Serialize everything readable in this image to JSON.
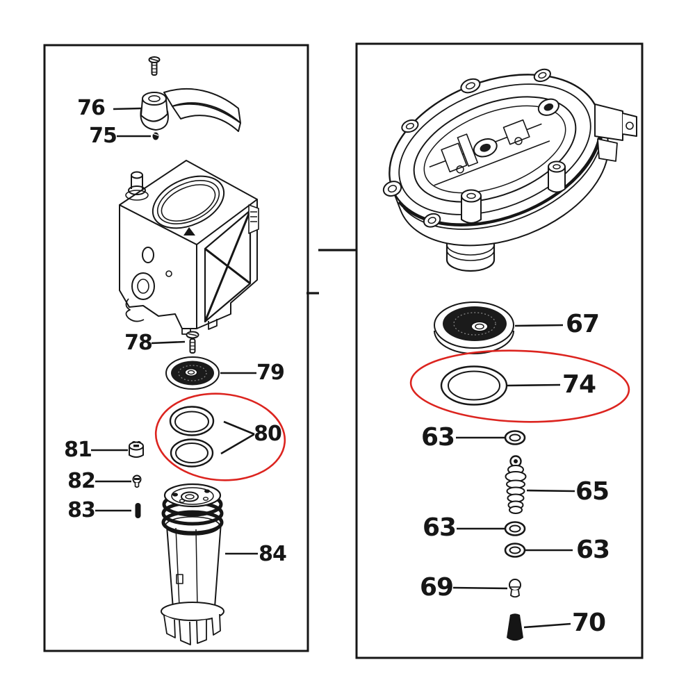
{
  "diagram": {
    "kind": "exploded-parts-diagram",
    "panels": {
      "left": {
        "part_numbers": [
          "76",
          "75",
          "78",
          "79",
          "80",
          "81",
          "82",
          "83",
          "84"
        ]
      },
      "right": {
        "part_numbers": [
          "67",
          "74",
          "63",
          "65",
          "63",
          "63",
          "69",
          "70"
        ]
      }
    },
    "highlighted_part_numbers": [
      "80",
      "74"
    ]
  },
  "colors": {
    "ink": "#161616",
    "highlight": "#dc241f",
    "background": "#ffffff"
  },
  "callouts": {
    "c76": {
      "text": "76"
    },
    "c75": {
      "text": "75"
    },
    "c78": {
      "text": "78"
    },
    "c79": {
      "text": "79"
    },
    "c80": {
      "text": "80"
    },
    "c81": {
      "text": "81"
    },
    "c82": {
      "text": "82"
    },
    "c83": {
      "text": "83"
    },
    "c84": {
      "text": "84"
    },
    "c67": {
      "text": "67"
    },
    "c74": {
      "text": "74"
    },
    "c63a": {
      "text": "63"
    },
    "c65": {
      "text": "65"
    },
    "c63b": {
      "text": "63"
    },
    "c63c": {
      "text": "63"
    },
    "c69": {
      "text": "69"
    },
    "c70": {
      "text": "70"
    }
  }
}
